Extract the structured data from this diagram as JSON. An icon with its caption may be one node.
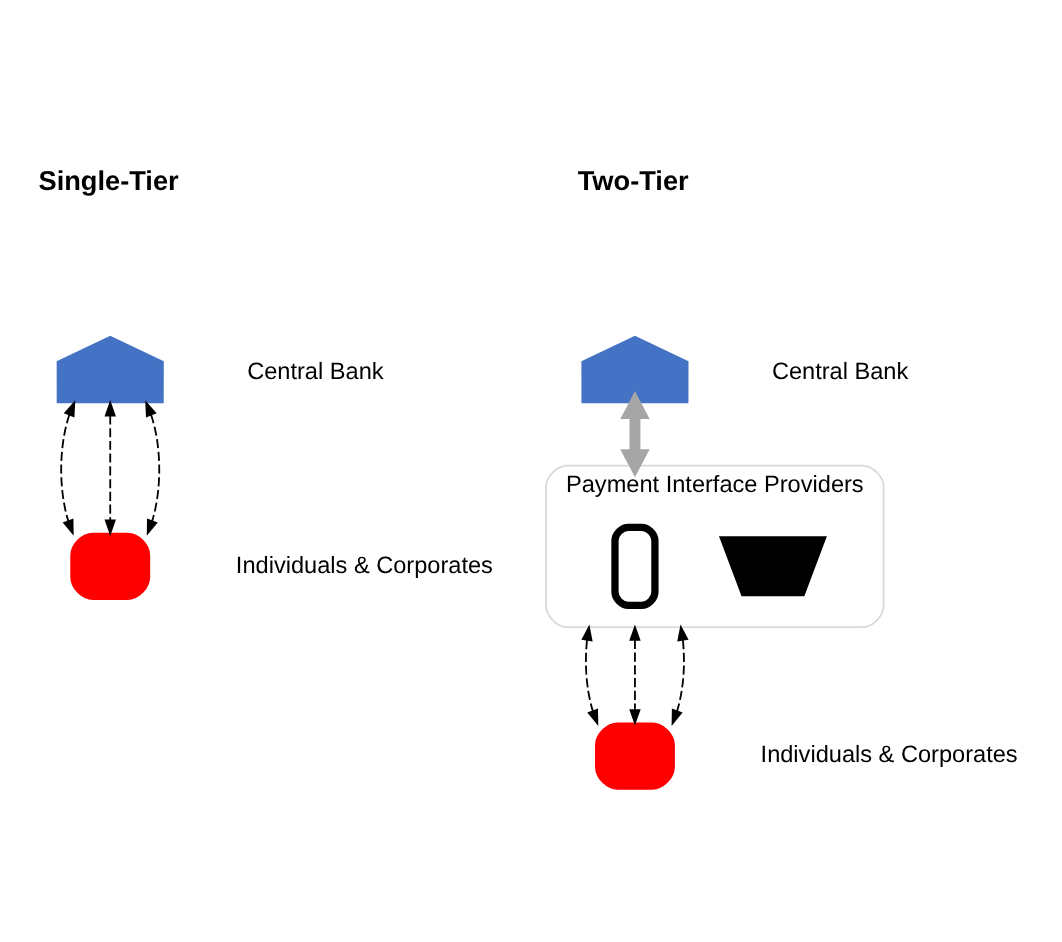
{
  "diagram": {
    "nodes": [
      {
        "text": [],
        "shape": "bank",
        "beside": [
          "Central Bank"
        ]
      },
      {
        "text": [],
        "shape": "person",
        "beside": [
          "Individuals & Corporates"
        ]
      },
      {
        "text": [],
        "shape": "bank",
        "beside": [
          "Central Bank"
        ]
      },
      {
        "text": [
          "Payment Interface Providers"
        ]
      },
      {
        "text": [],
        "shape": "phone",
        "in": 3
      },
      {
        "text": [],
        "shape": "laptop",
        "in": 3
      },
      {
        "text": [],
        "shape": "person",
        "beside": [
          "Individuals & Corporates"
        ]
      }
    ],
    "edges": [
      {
        "from": 0,
        "to": 1,
        "arrow": "both",
        "style": "dashed"
      },
      {
        "from": 0,
        "to": 1,
        "arrow": "both",
        "style": "dashed"
      },
      {
        "from": 0,
        "to": 1,
        "arrow": "both",
        "style": "dashed"
      },
      {
        "from": 2,
        "to": 3,
        "arrow": "both",
        "style": "thick",
        "color": "#a6a6a6"
      },
      {
        "from": 3,
        "to": 6,
        "arrow": "both",
        "style": "dashed"
      },
      {
        "from": 3,
        "to": 6,
        "arrow": "both",
        "style": "dashed"
      },
      {
        "from": 3,
        "to": 6,
        "arrow": "both",
        "style": "dashed"
      }
    ],
    "labels": [
      "Single-Tier",
      "Two-Tier"
    ]
  }
}
